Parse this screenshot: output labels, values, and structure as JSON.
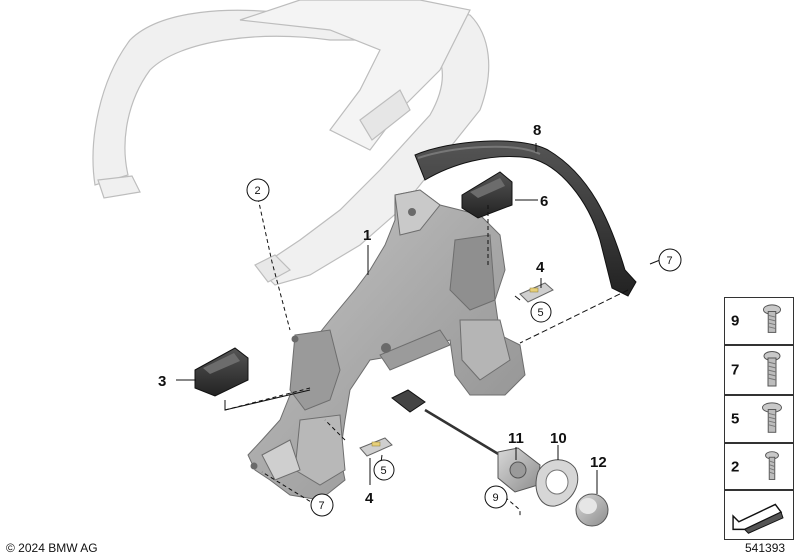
{
  "callouts": {
    "c1": "1",
    "c2": "2",
    "c3": "3",
    "c4a": "4",
    "c4b": "4",
    "c5a": "5",
    "c5b": "5",
    "c6": "6",
    "c7a": "7",
    "c7b": "7",
    "c8": "8",
    "c9": "9",
    "c10": "10",
    "c11": "11",
    "c12": "12"
  },
  "side_panel": {
    "items": [
      {
        "label": "9"
      },
      {
        "label": "7"
      },
      {
        "label": "5"
      },
      {
        "label": "2"
      }
    ]
  },
  "footer": {
    "copyright": "© 2024 BMW AG",
    "diagram_id": "541393"
  },
  "colors": {
    "frame_gray": "#a7a7a7",
    "ghost_gray": "#ececec",
    "dark_part": "#3a3a3a",
    "accent_yellow": "#e7d07a"
  }
}
